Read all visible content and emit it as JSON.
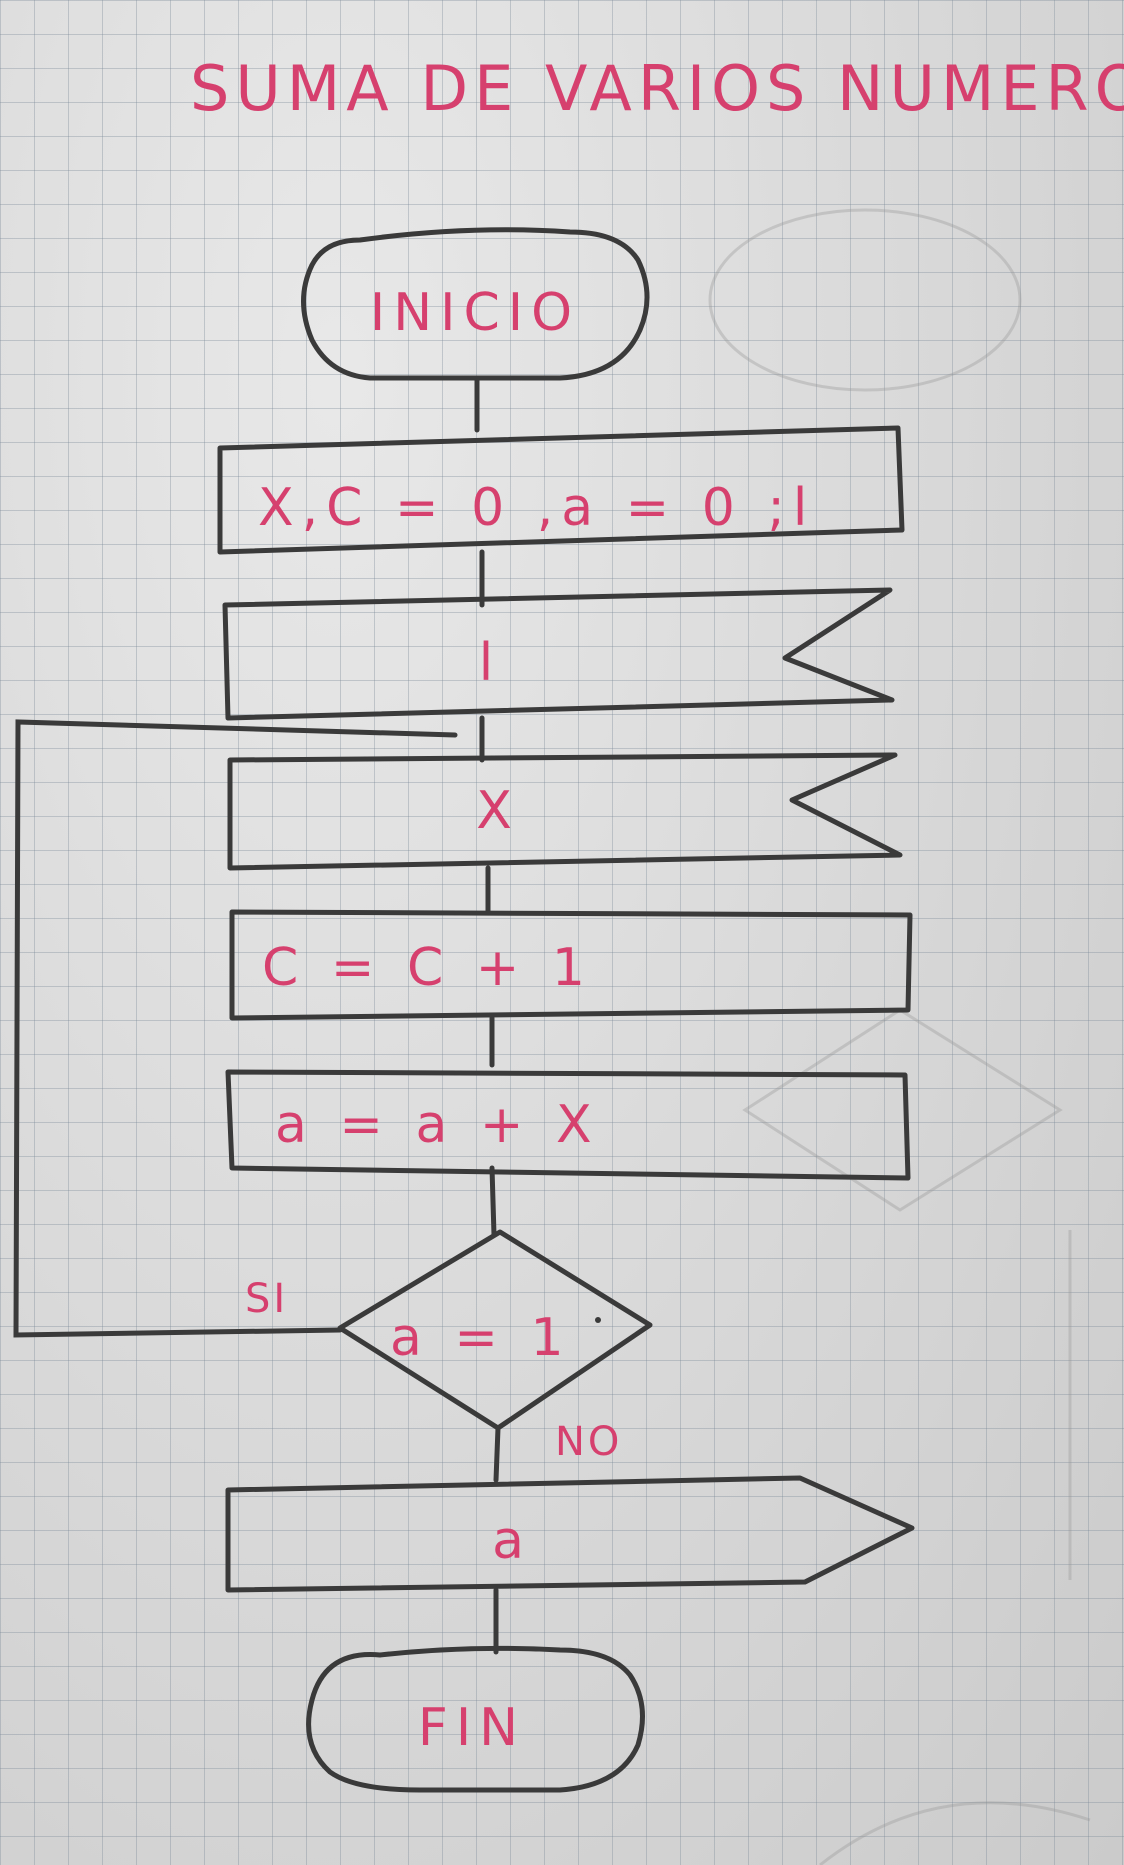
{
  "title": "SUMA DE VARIOS NUMEROS",
  "nodes": {
    "inicio": "INICIO",
    "init": "X,C = 0 ,a = 0 ;l",
    "read_l": "l",
    "read_x": "X",
    "counter": "C = C + 1",
    "sum": "a = a + X",
    "decision": "a = 1",
    "output": "a",
    "fin": "FIN"
  },
  "edges": {
    "yes_label": "SI",
    "no_label": "NO"
  },
  "colors": {
    "ink": "#d6406e",
    "pen": "#3a3a3a",
    "paper": "#dcdcdc"
  }
}
